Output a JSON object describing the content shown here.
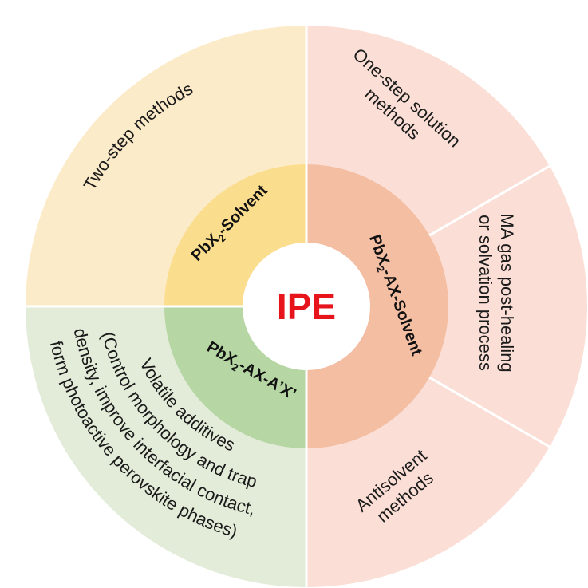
{
  "diagram": {
    "center": {
      "label": "IPE"
    },
    "inner_ring": [
      {
        "main": "PbX",
        "sub": "2",
        "rest": "-Solvent"
      },
      {
        "main": "PbX",
        "sub": "2",
        "rest": "-AX-Solvent"
      },
      {
        "main": "PbX",
        "sub": "2",
        "rest": "-AX-A’X’"
      }
    ],
    "outer_ring": {
      "two_step": [
        "Two-step methods"
      ],
      "one_step": [
        "One-step solution",
        "methods"
      ],
      "ma_gas": [
        "MA gas post-healing",
        "or solvation process"
      ],
      "antisolvent": [
        "Antisolvent",
        "methods"
      ],
      "volatile": [
        "Volatile additives",
        "(Control morphology and trap",
        "density, improve interfacial contact,",
        "form photoactive perovskite phases)"
      ]
    }
  },
  "colors": {
    "two_step_fill": "#fcebc9",
    "right_fill": "#fbdfd6",
    "volatile_fill": "#e3ecd9",
    "inner_solvent": "#fbdd8e",
    "inner_ax_solvent": "#f4bea3",
    "inner_axax": "#b6d6a4",
    "center_fill": "#ffffff",
    "center_text": "#e8141c"
  }
}
